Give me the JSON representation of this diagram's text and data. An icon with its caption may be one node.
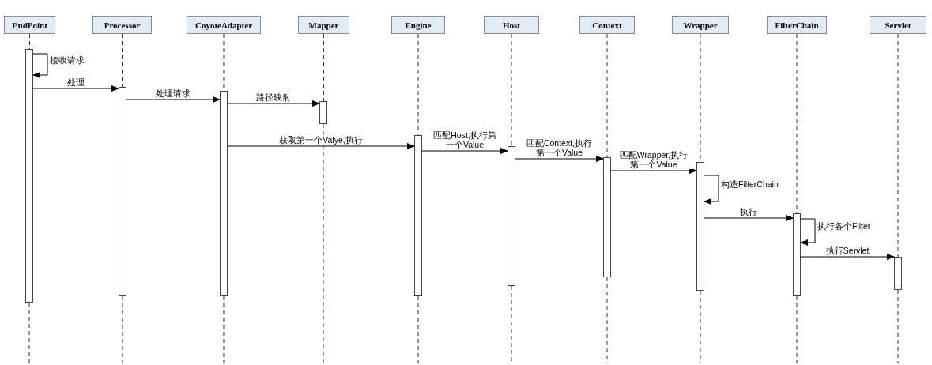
{
  "diagram": {
    "nodes": [
      {
        "text": [
          "EndPoint"
        ]
      },
      {
        "text": [
          "Processor"
        ]
      },
      {
        "text": [
          "CoyoteAdapter"
        ]
      },
      {
        "text": [
          "Mapper"
        ]
      },
      {
        "text": [
          "Engine"
        ]
      },
      {
        "text": [
          "Host"
        ]
      },
      {
        "text": [
          "Context"
        ]
      },
      {
        "text": [
          "Wrapper"
        ]
      },
      {
        "text": [
          "FilterChain"
        ]
      },
      {
        "text": [
          "Servlet"
        ]
      },
      {
        "text": [],
        "shape": "bar"
      },
      {
        "text": [],
        "shape": "bar"
      },
      {
        "text": [],
        "shape": "bar"
      },
      {
        "text": [],
        "shape": "bar"
      },
      {
        "text": [],
        "shape": "bar"
      },
      {
        "text": [],
        "shape": "bar"
      },
      {
        "text": [],
        "shape": "bar"
      },
      {
        "text": [],
        "shape": "bar"
      },
      {
        "text": [],
        "shape": "bar"
      },
      {
        "text": [],
        "shape": "bar"
      }
    ],
    "edges": [
      {
        "from": 10,
        "to": 10,
        "arrow": "to",
        "label": "接收请求"
      },
      {
        "from": 10,
        "to": 11,
        "arrow": "to",
        "label": "处理"
      },
      {
        "from": 11,
        "to": 12,
        "arrow": "to",
        "label": "处理请求"
      },
      {
        "from": 12,
        "to": 13,
        "arrow": "to",
        "label": "路径映射"
      },
      {
        "from": 12,
        "to": 14,
        "arrow": "to",
        "label": "获取第一个Valye,执行"
      },
      {
        "from": 14,
        "to": 15,
        "arrow": "to",
        "label": "匹配Host,执行第一个Value"
      },
      {
        "from": 15,
        "to": 16,
        "arrow": "to",
        "label": "匹配Context,执行第一个Value"
      },
      {
        "from": 16,
        "to": 17,
        "arrow": "to",
        "label": "匹配Wrapper,执行第一个Value"
      },
      {
        "from": 17,
        "to": 17,
        "arrow": "to",
        "label": "构造FilterChain"
      },
      {
        "from": 17,
        "to": 18,
        "arrow": "to",
        "label": "执行"
      },
      {
        "from": 18,
        "to": 18,
        "arrow": "to",
        "label": "执行各个Filter"
      },
      {
        "from": 18,
        "to": 19,
        "arrow": "to",
        "label": "执行Servlet"
      },
      {
        "from": 0,
        "to": 10,
        "arrow": "none",
        "style": "dashed"
      },
      {
        "from": 1,
        "to": 11,
        "arrow": "none",
        "style": "dashed"
      },
      {
        "from": 2,
        "to": 12,
        "arrow": "none",
        "style": "dashed"
      },
      {
        "from": 3,
        "to": 13,
        "arrow": "none",
        "style": "dashed"
      },
      {
        "from": 4,
        "to": 14,
        "arrow": "none",
        "style": "dashed"
      },
      {
        "from": 5,
        "to": 15,
        "arrow": "none",
        "style": "dashed"
      },
      {
        "from": 6,
        "to": 16,
        "arrow": "none",
        "style": "dashed"
      },
      {
        "from": 7,
        "to": 17,
        "arrow": "none",
        "style": "dashed"
      },
      {
        "from": 8,
        "to": 18,
        "arrow": "none",
        "style": "dashed"
      },
      {
        "from": 9,
        "to": 19,
        "arrow": "none",
        "style": "dashed"
      }
    ]
  }
}
